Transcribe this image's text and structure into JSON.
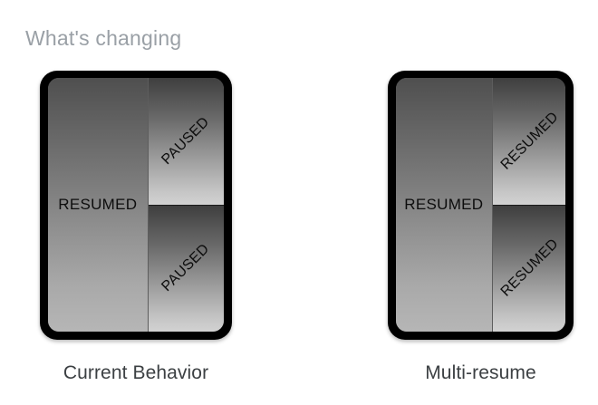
{
  "page": {
    "title": "What's changing",
    "background_color": "#ffffff",
    "title_color": "#9aa0a6",
    "caption_color": "#3c4043",
    "label_color": "#0d0d0d",
    "frame_color": "#000000"
  },
  "diagram": {
    "type": "comparison",
    "devices": [
      {
        "id": "current-behavior",
        "caption": "Current Behavior",
        "panes": [
          {
            "position": "left",
            "label": "RESUMED",
            "orientation": "horizontal"
          },
          {
            "position": "right-top",
            "label": "PAUSED",
            "orientation": "diagonal"
          },
          {
            "position": "right-bottom",
            "label": "PAUSED",
            "orientation": "diagonal"
          }
        ]
      },
      {
        "id": "multi-resume",
        "caption": "Multi-resume",
        "panes": [
          {
            "position": "left",
            "label": "RESUMED",
            "orientation": "horizontal"
          },
          {
            "position": "right-top",
            "label": "RESUMED",
            "orientation": "diagonal"
          },
          {
            "position": "right-bottom",
            "label": "RESUMED",
            "orientation": "diagonal"
          }
        ]
      }
    ]
  }
}
